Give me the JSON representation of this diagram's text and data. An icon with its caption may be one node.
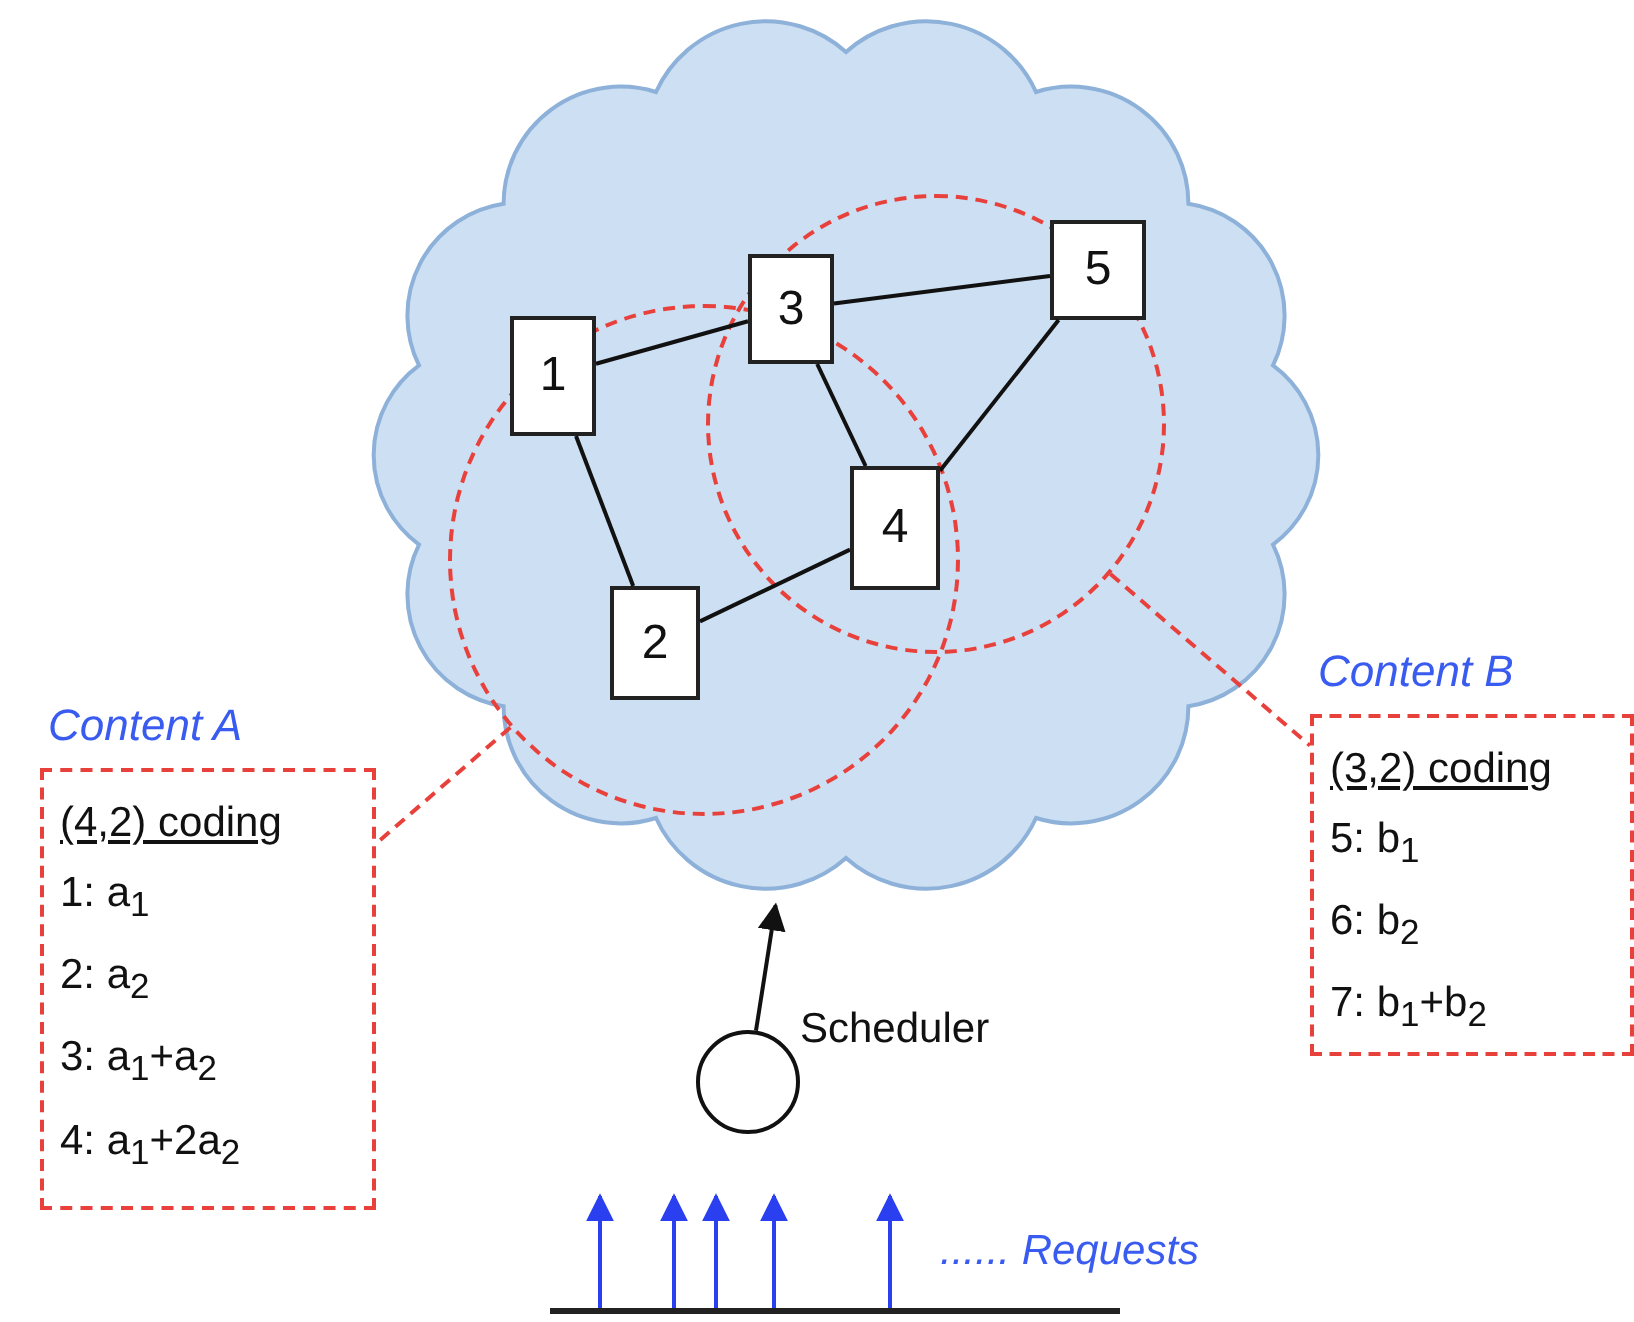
{
  "diagram": {
    "nodes": [
      {
        "text": [],
        "shape": "cloud"
      },
      {
        "text": [],
        "shape": "circle",
        "in": 0
      },
      {
        "text": [],
        "shape": "circle",
        "in": 0
      },
      {
        "text": [
          "1"
        ],
        "in": 1
      },
      {
        "text": [
          "2"
        ],
        "in": 1
      },
      {
        "text": [
          "3"
        ],
        "in": 2
      },
      {
        "text": [
          "4"
        ]
      },
      {
        "text": [
          "5"
        ],
        "in": 2
      },
      {
        "text": [
          "Content A",
          "(4,2) coding",
          "1: a$_{1}$",
          "2: a$_{2}$",
          "3: a$_{1}$+a$_{2}$",
          "4: a$_{1}$+2a$_{2}$"
        ]
      },
      {
        "text": [
          "Content B",
          "(3,2) coding",
          "5: b$_{1}$",
          "6: b$_{2}$",
          "7: b$_{1}$+b$_{2}$"
        ]
      },
      {
        "text": [],
        "shape": "circle",
        "beside": [
          "Scheduler"
        ]
      },
      {
        "text": [],
        "shape": "bar",
        "beside": [
          "...... Requests"
        ]
      }
    ],
    "edges": [
      {
        "from": 3,
        "to": 5,
        "arrow": "none"
      },
      {
        "from": 3,
        "to": 4,
        "arrow": "none"
      },
      {
        "from": 5,
        "to": 7,
        "arrow": "none"
      },
      {
        "from": 5,
        "to": 6,
        "arrow": "none"
      },
      {
        "from": 4,
        "to": 6,
        "arrow": "none"
      },
      {
        "from": 7,
        "to": 6,
        "arrow": "none"
      },
      {
        "from": 1,
        "to": 8,
        "arrow": "none",
        "style": "dashed",
        "color": "#e8413c"
      },
      {
        "from": 2,
        "to": 9,
        "arrow": "none",
        "style": "dashed",
        "color": "#e8413c"
      },
      {
        "from": 10,
        "to": 0,
        "arrow": "to"
      },
      {
        "from": 11,
        "to": null,
        "arrow": "to",
        "color": "#2a3ff0"
      },
      {
        "from": 11,
        "to": null,
        "arrow": "to",
        "color": "#2a3ff0"
      },
      {
        "from": 11,
        "to": null,
        "arrow": "to",
        "color": "#2a3ff0"
      },
      {
        "from": 11,
        "to": null,
        "arrow": "to",
        "color": "#2a3ff0"
      },
      {
        "from": 11,
        "to": null,
        "arrow": "to",
        "color": "#2a3ff0"
      }
    ]
  }
}
